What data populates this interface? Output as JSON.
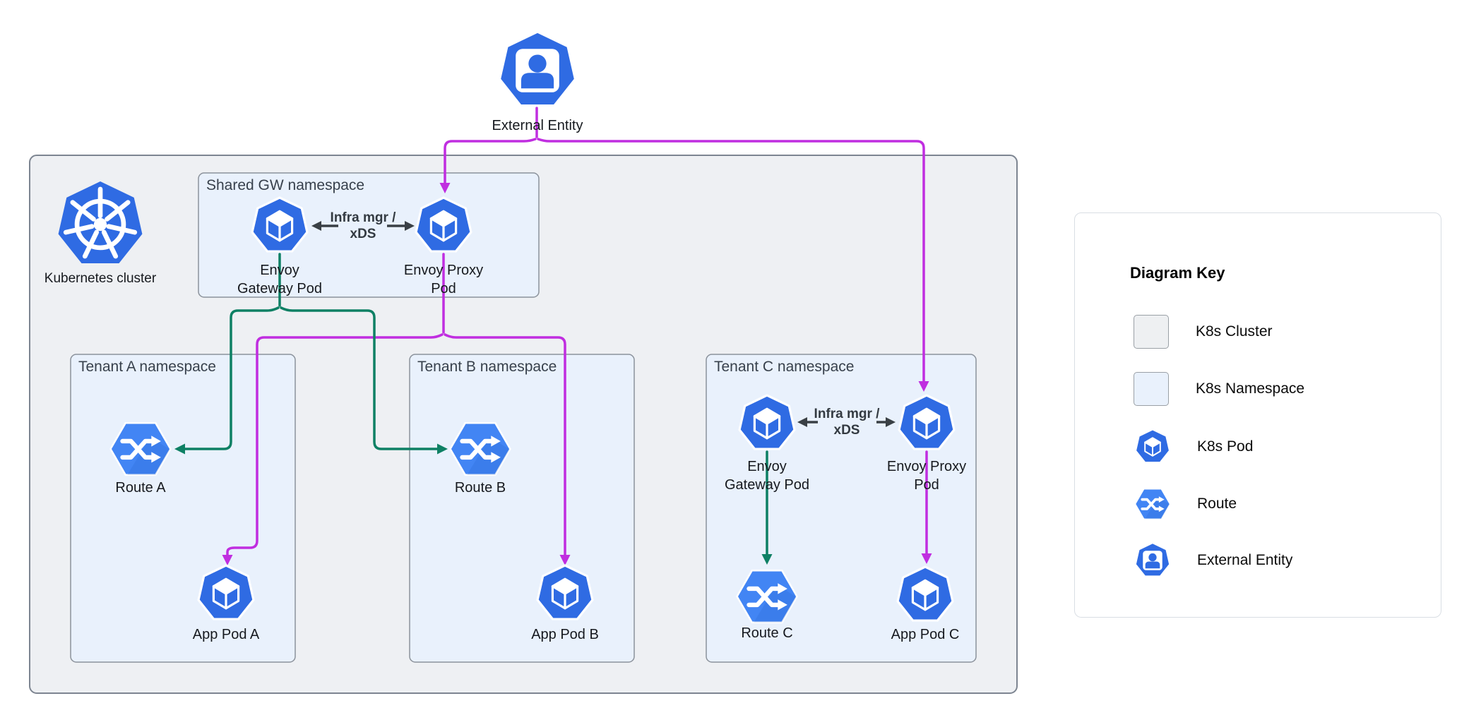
{
  "nodes": {
    "external_entity": {
      "label": "External Entity"
    },
    "kubernetes_cluster": {
      "label": "Kubernetes cluster"
    },
    "shared_gw_namespace": {
      "label": "Shared GW namespace"
    },
    "tenant_a_namespace": {
      "label": "Tenant A namespace"
    },
    "tenant_b_namespace": {
      "label": "Tenant B namespace"
    },
    "tenant_c_namespace": {
      "label": "Tenant C namespace"
    },
    "envoy_gateway_pod_shared": {
      "line1": "Envoy",
      "line2": "Gateway Pod"
    },
    "envoy_proxy_pod_shared": {
      "line1": "Envoy Proxy",
      "line2": "Pod"
    },
    "envoy_gateway_pod_tenant_c": {
      "line1": "Envoy",
      "line2": "Gateway Pod"
    },
    "envoy_proxy_pod_tenant_c": {
      "line1": "Envoy Proxy",
      "line2": "Pod"
    },
    "route_a": {
      "label": "Route A"
    },
    "route_b": {
      "label": "Route B"
    },
    "route_c": {
      "label": "Route C"
    },
    "app_pod_a": {
      "label": "App Pod A"
    },
    "app_pod_b": {
      "label": "App Pod B"
    },
    "app_pod_c": {
      "label": "App Pod C"
    }
  },
  "edge_labels": {
    "shared_infra": {
      "line1": "Infra mgr /",
      "line2": "xDS"
    },
    "tenant_c_infra": {
      "line1": "Infra mgr /",
      "line2": "xDS"
    }
  },
  "key": {
    "title": "Diagram Key",
    "items": [
      {
        "label": "K8s Cluster",
        "symbol": "cluster-swatch"
      },
      {
        "label": "K8s Namespace",
        "symbol": "namespace-swatch"
      },
      {
        "label": "K8s Pod",
        "symbol": "pod-icon"
      },
      {
        "label": "Route",
        "symbol": "route-icon"
      },
      {
        "label": "External Entity",
        "symbol": "external-entity-icon"
      }
    ]
  },
  "colors": {
    "pod_blue": "#2f6be3",
    "route_blue": "#4285f4",
    "traffic_magenta": "#c02ee0",
    "control_green": "#0e8064",
    "infra_arrow_gray": "#3a4045",
    "cluster_fill": "#eef0f3",
    "namespace_fill": "#e9f1fc",
    "box_border": "#8b929b"
  }
}
